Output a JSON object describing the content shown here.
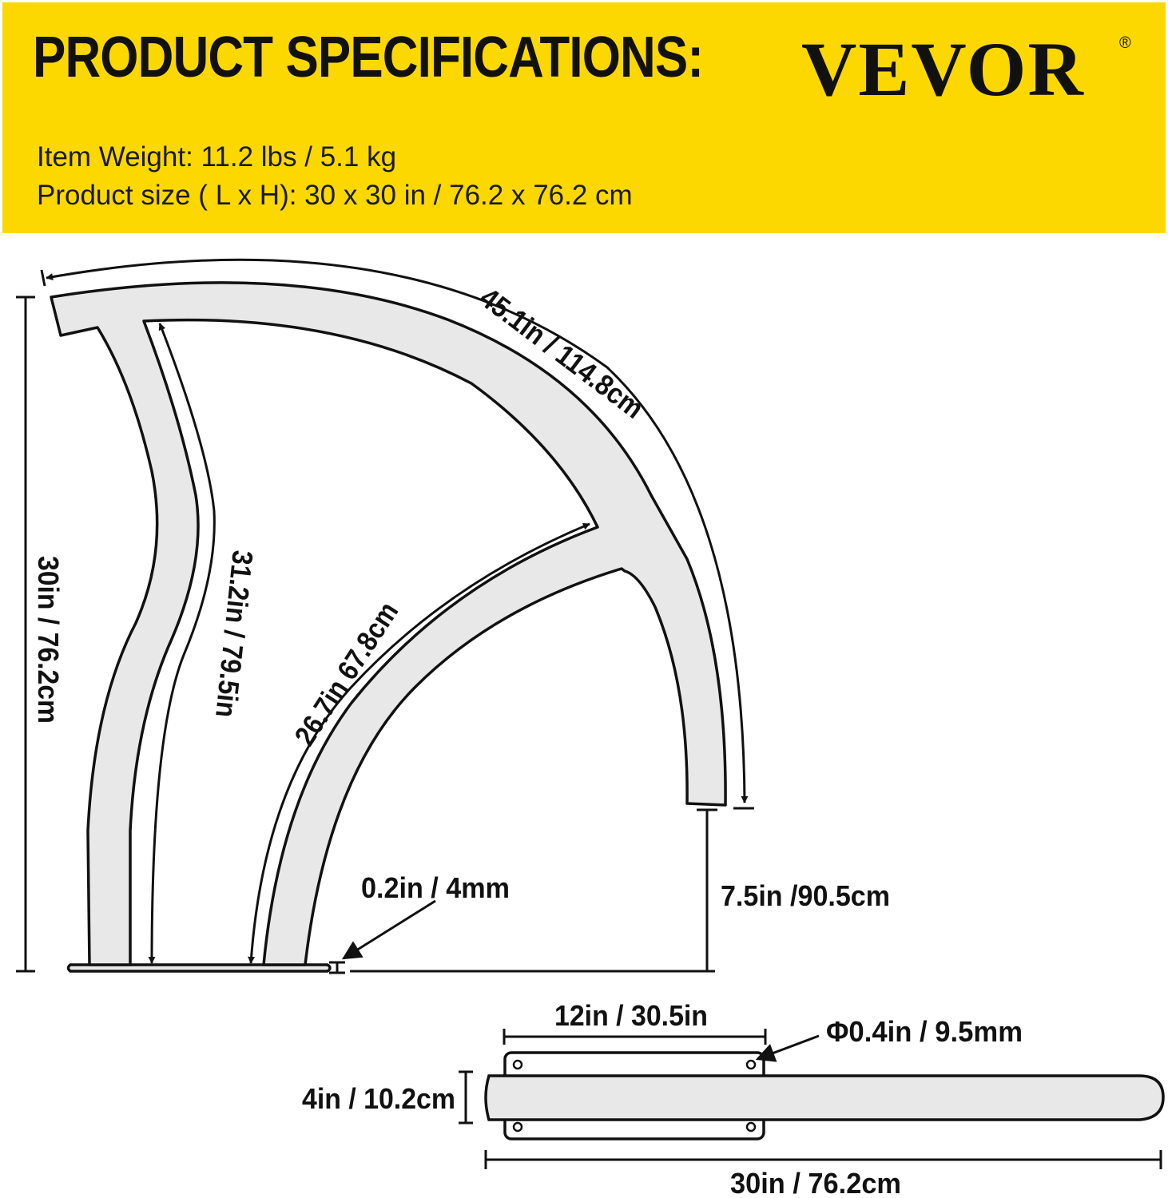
{
  "header": {
    "title": "PRODUCT SPECIFICATIONS:",
    "brand": "VEVOR",
    "brand_mark": "®",
    "background_color": "#fcd800",
    "specs": [
      {
        "label": "Item Weight",
        "text": "Item Weight: 11.2 lbs / 5.1 kg"
      },
      {
        "label": "Product size",
        "text": "Product size ( L x H): 30 x 30 in / 76.2 x 76.2 cm"
      }
    ]
  },
  "side_view": {
    "overall_height": "30in / 76.2cm",
    "outer_arc_length": "45.1in / 114.8cm",
    "left_rail_length": "31.2in / 79.5in",
    "inner_arc_length": "26.7in 67.8cm",
    "base_thickness": "0.2in / 4mm",
    "end_clearance": "7.5in /90.5cm"
  },
  "top_view": {
    "plate_length": "12in / 30.5in",
    "hole_diameter": "Φ0.4in / 9.5mm",
    "plate_width": "4in / 10.2cm",
    "overall_length": "30in / 76.2cm"
  },
  "colors": {
    "rail_fill": "#e8e8e8",
    "stroke": "#111111"
  }
}
